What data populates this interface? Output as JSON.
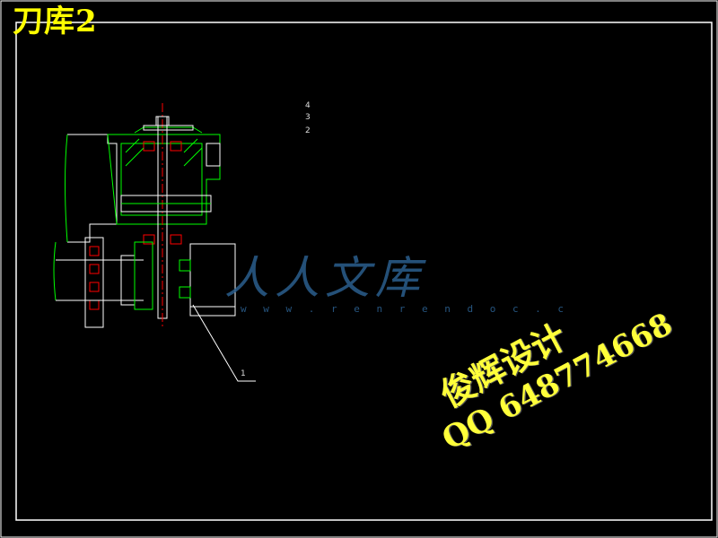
{
  "title": "刀库2",
  "watermark": {
    "site": "人人文库",
    "url": "w w w . r e n r e n d o c . c",
    "line1": "俊辉设计",
    "line2": "QQ 648774668"
  },
  "leaders": {
    "part1": "1",
    "part2": "2",
    "part3": "3",
    "part4": "4"
  },
  "colors": {
    "background": "#000000",
    "outline": "#ffffff",
    "part": "#00ff00",
    "centerline": "#ff0000",
    "hatch": "#00ff00",
    "watermark": "#ffff3a",
    "title": "#ffff00"
  }
}
